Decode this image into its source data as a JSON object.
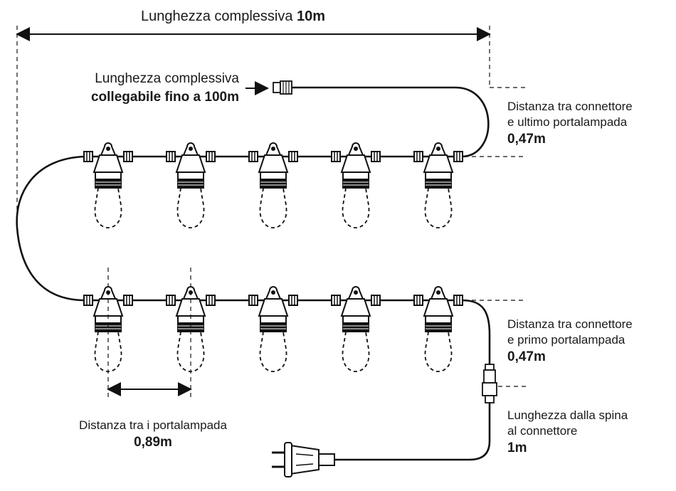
{
  "total_length": {
    "text": "Lunghezza complessiva",
    "value": "10m"
  },
  "connectable": {
    "line1": "Lunghezza complessiva",
    "line2": "collegabile fino a 100m"
  },
  "last_holder": {
    "line1": "Distanza tra connettore",
    "line2": "e ultimo portalampada",
    "value": "0,47m"
  },
  "first_holder": {
    "line1": "Distanza tra connettore",
    "line2": "e primo portalampada",
    "value": "0,47m"
  },
  "plug_length": {
    "line1": "Lunghezza dalla spina",
    "line2": "al connettore",
    "value": "1m"
  },
  "spacing": {
    "line1": "Distanza tra i portalampada",
    "value": "0,89m"
  },
  "bulb_count_per_row": 5
}
